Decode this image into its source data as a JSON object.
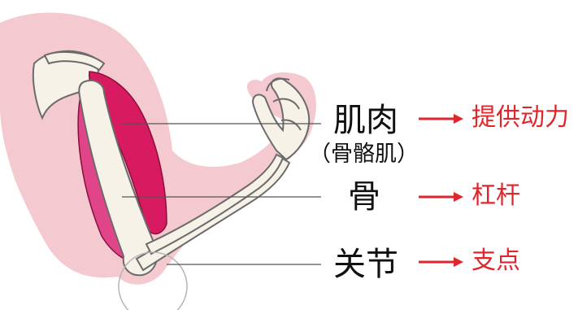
{
  "labels": [
    {
      "id": "muscle",
      "text": "肌肉",
      "sub": "（骨骼肌）",
      "function": "提供动力"
    },
    {
      "id": "bone",
      "text": "骨",
      "function": "杠杆"
    },
    {
      "id": "joint",
      "text": "关节",
      "function": "支点"
    }
  ],
  "colors": {
    "skin": "#f4c9cf",
    "muscle": "#d81b60",
    "bone": "#f7f2e8",
    "label_text": "#111111",
    "function_text": "#e0262b",
    "arrow": "#e0262b",
    "leader_line": "#555555"
  }
}
